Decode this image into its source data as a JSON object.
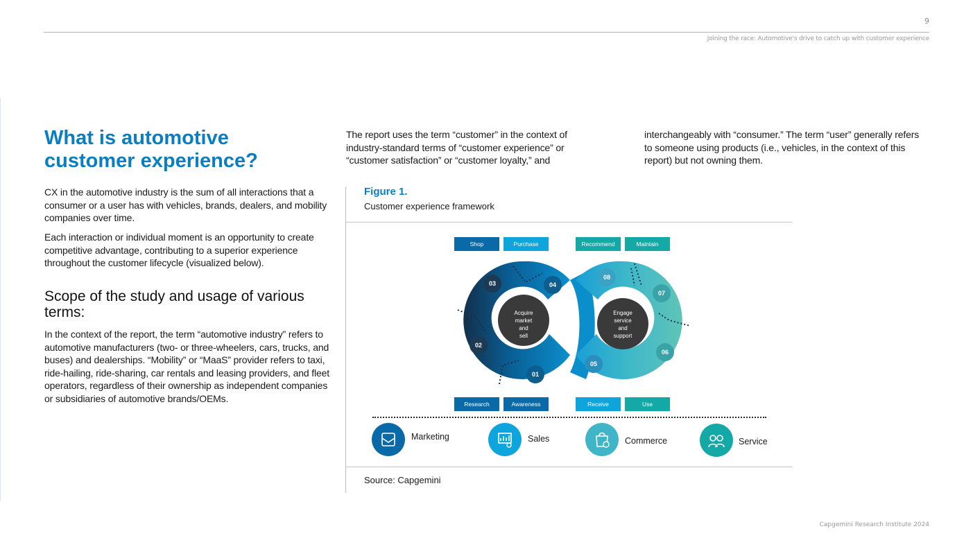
{
  "header": {
    "page_number": "9",
    "running_title": "Joining the race: Automotive's drive to catch up with customer experience"
  },
  "section": {
    "title": "What is automotive customer experience?",
    "para1": "CX in the automotive industry is the sum of all interactions that a consumer or a user has with vehicles, brands, dealers, and mobility companies over time.",
    "para2": "Each interaction or individual moment is an opportunity to create competitive advantage, contributing to a superior experience throughout the customer lifecycle (visualized below).",
    "subtitle": "Scope of the study and usage of various terms:",
    "para3": "In the context of the report, the term “automotive industry” refers to automotive manufacturers (two- or three-wheelers, cars, trucks, and buses) and dealerships. “Mobility” or “MaaS” provider refers to taxi, ride-hailing, ride-sharing, car rentals and leasing providers, and fleet operators, regardless of their ownership as independent companies or subsidiaries of automotive brands/OEMs.",
    "col2": "The report uses the term “customer” in the context of industry-standard terms of “customer experience” or “customer satisfaction” or “customer loyalty,” and",
    "col3": "interchangeably with “consumer.” The term “user” generally refers to someone using products (i.e., vehicles, in the context of this report) but not owning them."
  },
  "figure": {
    "label": "Figure 1.",
    "caption": "Customer experience framework",
    "source": "Source: Capgemini",
    "top_tags": [
      "Shop",
      "Purchase",
      "Recommend",
      "Maintain"
    ],
    "bottom_tags": [
      "Research",
      "Awareness",
      "Receive",
      "Use"
    ],
    "left_loop_center": [
      "Acquire",
      "market",
      "and",
      "sell"
    ],
    "right_loop_center": [
      "Engage",
      "service",
      "and",
      "support"
    ],
    "steps": [
      "01",
      "02",
      "03",
      "04",
      "05",
      "06",
      "07",
      "08"
    ],
    "functions": [
      "Marketing",
      "Sales",
      "Commerce",
      "Service"
    ],
    "colors": {
      "dark_blue": "#0a6aa8",
      "light_blue": "#0ea5dc",
      "teal": "#14a9a6",
      "navy": "#13304b",
      "center": "#3a3a3a"
    }
  },
  "footer": {
    "text": "Capgemini Research Institute 2024"
  }
}
